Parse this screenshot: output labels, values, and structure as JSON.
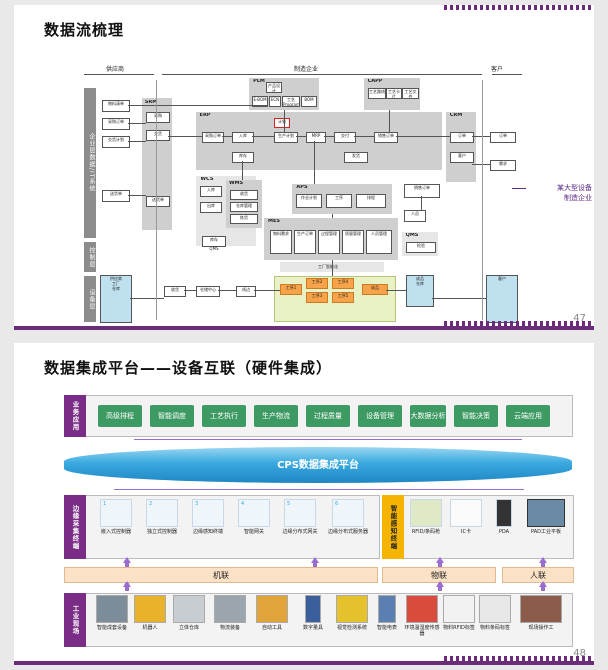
{
  "slide1": {
    "title": "数据流梳理",
    "page_number": "47",
    "columns": {
      "supplier": "供应商",
      "manufacturer": "制造企业",
      "customer": "客户"
    },
    "side_bands": [
      "企业层数据/IT系统",
      "控制层",
      "设备层"
    ],
    "systems": [
      "PLM",
      "CAPP",
      "SRM",
      "ERP",
      "CRM",
      "WCS",
      "WMS",
      "APS",
      "MES",
      "QMS"
    ],
    "plm_items": [
      "产品设计",
      "E-BOM",
      "ECN",
      "工艺Program",
      "BOM"
    ],
    "capp_items": [
      "工艺路线",
      "工艺卡片",
      "工艺文件"
    ],
    "erp_items": [
      "生产计划",
      "MRP",
      "采购订单",
      "销售订单"
    ],
    "mes_items": [
      "物料需求",
      "生产订单",
      "过程管理",
      "质量管理",
      "人员管理"
    ],
    "workshop_label": "工厂智能化",
    "annotation_line1": "某大型设备",
    "annotation_line2": "制造企业"
  },
  "slide2": {
    "title": "数据集成平台——设备互联（硬件集成）",
    "page_number": "48",
    "business_label": "业务应用",
    "business_apps": [
      "高级排程",
      "智能调度",
      "工艺执行",
      "生产物流",
      "过程质量",
      "设备管理",
      "大数据分析",
      "智能决策",
      "云端应用"
    ],
    "platform": "CPS数据集成平台",
    "edge_label": "边缘采集终端",
    "edge_items": [
      {
        "num": "1",
        "label": "嵌入式控制器"
      },
      {
        "num": "2",
        "label": "独立式控制器"
      },
      {
        "num": "3",
        "label": "边缘感知终端"
      },
      {
        "num": "4",
        "label": "智能网关"
      },
      {
        "num": "5",
        "label": "边缘分布式网关"
      },
      {
        "num": "6",
        "label": "边缘分布式服务器"
      }
    ],
    "sense_label": "智能感知终端",
    "sense_items": [
      "RFID/条码枪",
      "IC卡",
      "PDA",
      "PAD工业平板"
    ],
    "links": [
      "机联",
      "物联",
      "人联"
    ],
    "field_label": "工业现场",
    "field_items": [
      "智能成套设备",
      "机器人",
      "立体仓库",
      "物流装备",
      "自动工具",
      "数字量具",
      "视觉检测系统",
      "智能电表",
      "环境温湿度传感器",
      "物料RFID标签",
      "物料条码标签",
      "现场操作工"
    ],
    "colors": {
      "purple": "#7a2d86",
      "green": "#3e9a63",
      "cyan": "#39a9df",
      "yellow": "#f4b400",
      "peach": "#fbe2c6"
    }
  }
}
